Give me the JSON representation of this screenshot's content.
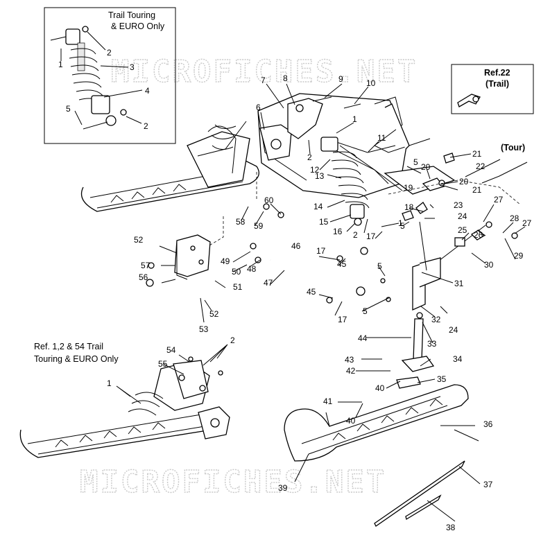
{
  "watermark": "MICROFICHES.NET",
  "inset_shock": {
    "caption_line1": "Trail Touring",
    "caption_line2": "& EURO Only"
  },
  "inset_ref22": {
    "line1": "Ref.22",
    "line2": "(Trail)"
  },
  "inset_bottom": {
    "caption_line1": "Ref. 1,2 & 54 Trail",
    "caption_line2": "Touring & EURO Only"
  },
  "tour_label": "(Tour)",
  "callouts": {
    "c1a": "1",
    "c2a": "2",
    "c3": "3",
    "c4": "4",
    "c5a": "5",
    "c2b": "2",
    "c7": "7",
    "c8": "8",
    "c9": "9",
    "c10": "10",
    "c6": "6",
    "c1b": "1",
    "c11": "11",
    "c2c": "2",
    "c12": "12",
    "c13": "13",
    "c14": "14",
    "c15": "15",
    "c16": "16",
    "c2d": "2",
    "c1c": "1",
    "c17a": "17",
    "c5b": "5",
    "c21a": "21",
    "c22": "22",
    "c5c": "5",
    "c20a": "20",
    "c19": "19",
    "c20b": "20",
    "c21b": "21",
    "c18": "18",
    "c23": "23",
    "c24a": "24",
    "c27a": "27",
    "c26": "26",
    "c28": "28",
    "c27b": "27",
    "c25": "25",
    "c29": "29",
    "c30": "30",
    "c58": "58",
    "c59": "59",
    "c60": "60",
    "c52a": "52",
    "c46": "46",
    "c57": "57",
    "c49": "49",
    "c50": "50",
    "c48": "48",
    "c56": "56",
    "c17b": "17",
    "c45a": "45",
    "c51": "51",
    "c47": "47",
    "c5d": "5",
    "c31": "31",
    "c45b": "45",
    "c5e": "5",
    "c17c": "17",
    "c53": "53",
    "c52b": "52",
    "c32": "32",
    "c24b": "24",
    "c44": "44",
    "c33": "33",
    "c2e": "2",
    "c54": "54",
    "c55": "55",
    "c1d": "1",
    "c43": "43",
    "c34": "34",
    "c42": "42",
    "c35": "35",
    "c40a": "40",
    "c41": "41",
    "c40b": "40",
    "c36": "36",
    "c39": "39",
    "c37": "37",
    "c38": "38"
  }
}
